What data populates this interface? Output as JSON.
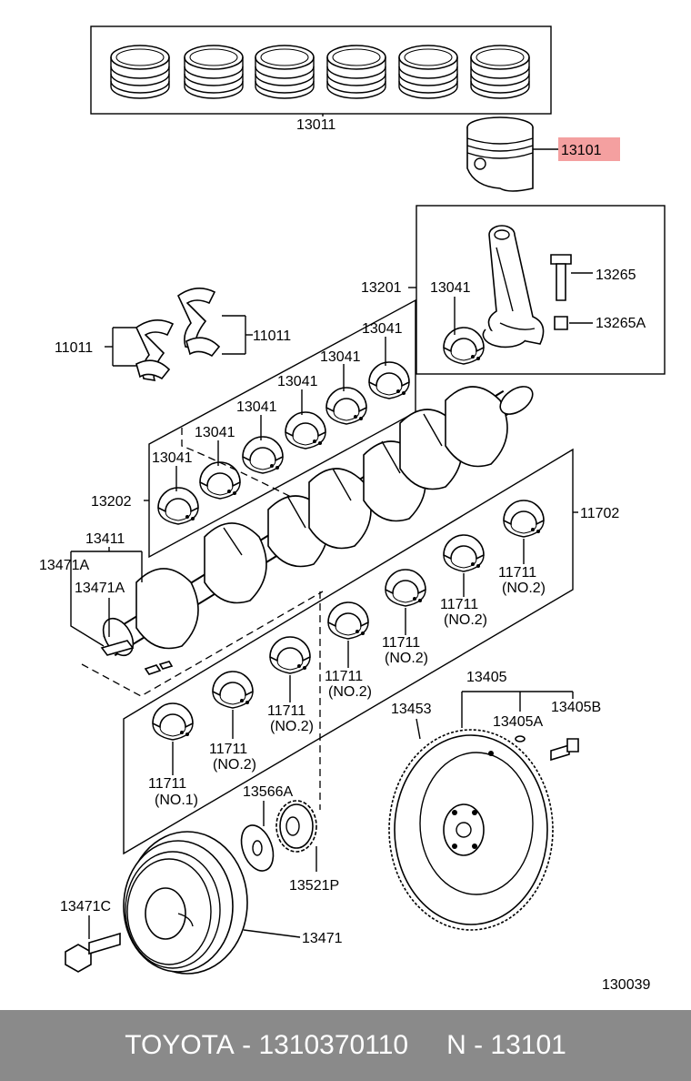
{
  "diagram": {
    "ref": "130039",
    "highlight_color": "#f4a0a0",
    "labels": {
      "ring_set": "13011",
      "piston": "13101",
      "rod_assy": "13201",
      "rod_bearing": "13041",
      "rod_bolt": "13265",
      "rod_nut": "13265A",
      "thrust_washer_l": "11011",
      "thrust_washer_r": "11011",
      "bearing_set_upper": "13202",
      "bearing_set_lower": "11702",
      "pulley_set": "13411",
      "key_a": "13471A",
      "key_b": "13471A",
      "flywheel": "13405",
      "ring_gear": "13453",
      "pin": "13405A",
      "bolt_fw": "13405B",
      "washer": "13566A",
      "timing_gear": "13521P",
      "pulley_bolt": "13471C",
      "pulley": "13471",
      "main_bearing": "11711",
      "no1": "(NO.1)",
      "no2": "(NO.2)"
    }
  },
  "footer": {
    "brand": "TOYOTA",
    "part_number": "1310370110",
    "code": "N - 13101",
    "sep": " - "
  }
}
